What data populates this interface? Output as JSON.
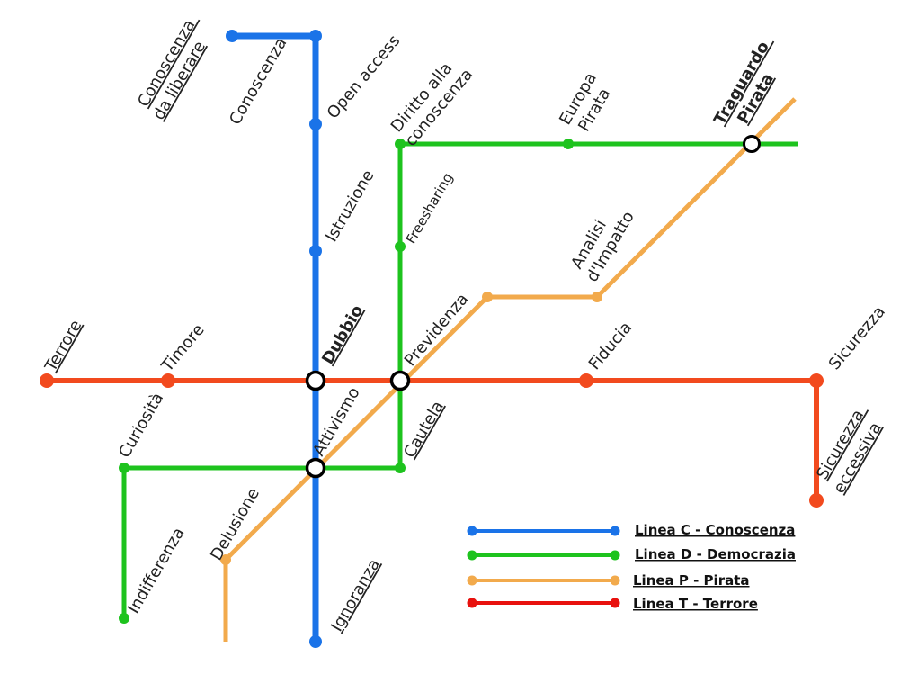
{
  "colors": {
    "blue": "#1a73e8",
    "green": "#1ec31e",
    "orange": "#f2aa4c",
    "red": "#f24a1e"
  },
  "stations": {
    "conoscenza_da_liberare": [
      "Conoscenza",
      "da liberare"
    ],
    "conoscenza": "Conoscenza",
    "open_access": "Open access",
    "istruzione": "Istruzione",
    "dubbio": "Dubbio",
    "diritto_alla_conoscenza": [
      "Diritto alla",
      "conoscenza"
    ],
    "europa_pirata": [
      "Europa",
      "Pirata"
    ],
    "traguardo_pirata": [
      "Traguardo",
      "Pirata"
    ],
    "freesharing": "Freesharing",
    "analisi_impatto": [
      "Analisi",
      "d'Impatto"
    ],
    "previdenza": "Previdenza",
    "terrore": "Terrore",
    "timore": "Timore",
    "fiducia": "Fiducia",
    "sicurezza": "Sicurezza",
    "sicurezza_eccessiva": [
      "Sicurezza",
      "eccessiva"
    ],
    "curiosita": "Curiosità",
    "attivismo": "Attivismo",
    "cautela": "Cautela",
    "delusione": "Delusione",
    "indifferenza": "Indifferenza",
    "ignoranza": "Ignoranza"
  },
  "legend": [
    {
      "label": "Linea C - Conoscenza",
      "color": "#1a73e8"
    },
    {
      "label": "Linea D - Democrazia",
      "color": "#1ec31e"
    },
    {
      "label": "Linea P - Pirata",
      "color": "#f2aa4c"
    },
    {
      "label": "Linea T - Terrore",
      "color": "#f24a1e"
    }
  ]
}
